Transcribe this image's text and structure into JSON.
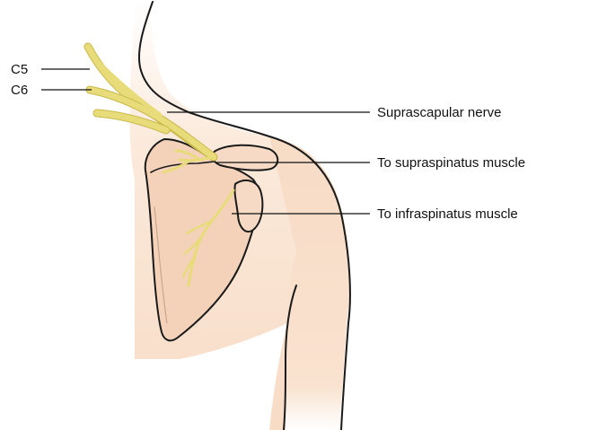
{
  "labels": {
    "c5": "C5",
    "c6": "C6",
    "suprascapular_nerve": "Suprascapular nerve",
    "supraspinatus": "To supraspinatus muscle",
    "infraspinatus": "To infraspinatus muscle"
  },
  "colors": {
    "skin": "#f7dcc6",
    "skin_light": "#fbe9da",
    "bone": "#f3d2ba",
    "nerve": "#e8db7a",
    "outline": "#1a1a1a"
  }
}
